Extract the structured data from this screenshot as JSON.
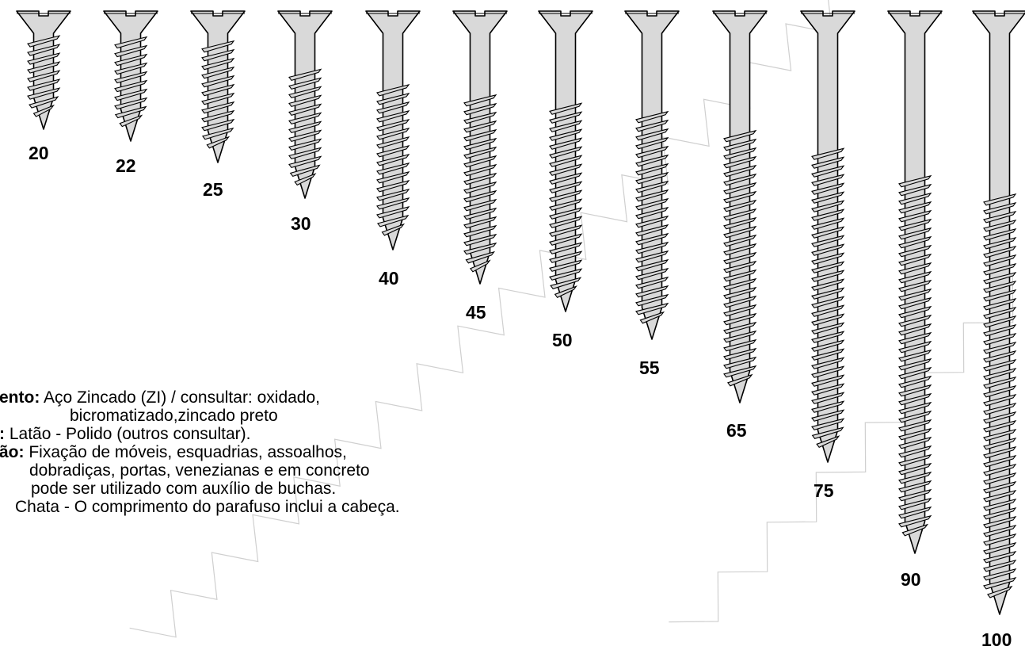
{
  "colors": {
    "screw_fill": "#d9d9d9",
    "outline": "#000000",
    "watermark": "#cfcfcf"
  },
  "screws": [
    {
      "size": "20",
      "thread_fraction": 0.9
    },
    {
      "size": "22",
      "thread_fraction": 0.9
    },
    {
      "size": "25",
      "thread_fraction": 0.88
    },
    {
      "size": "30",
      "thread_fraction": 0.7
    },
    {
      "size": "40",
      "thread_fraction": 0.7
    },
    {
      "size": "45",
      "thread_fraction": 0.7
    },
    {
      "size": "50",
      "thread_fraction": 0.7
    },
    {
      "size": "55",
      "thread_fraction": 0.7
    },
    {
      "size": "65",
      "thread_fraction": 0.7
    },
    {
      "size": "75",
      "thread_fraction": 0.7
    },
    {
      "size": "90",
      "thread_fraction": 0.7
    },
    {
      "size": "100",
      "thread_fraction": 0.7
    }
  ],
  "specs": [
    {
      "key": "ento:",
      "value": " Aço Zincado (ZI) / consultar: oxidado,"
    },
    {
      "key": "",
      "value": "bicromatizado,zincado preto"
    },
    {
      "key": ":",
      "value": " Latão - Polido (outros consultar)."
    },
    {
      "key": "ão:",
      "value": " Fixação de móveis, esquadrias, assoalhos,"
    },
    {
      "key": "",
      "value": "dobradiças, portas, venezianas e em concreto"
    },
    {
      "key": "",
      "value": "pode ser utilizado com auxílio de buchas."
    },
    {
      "key": "",
      "value": "Chata   -  O comprimento do parafuso inclui a cabeça."
    }
  ]
}
